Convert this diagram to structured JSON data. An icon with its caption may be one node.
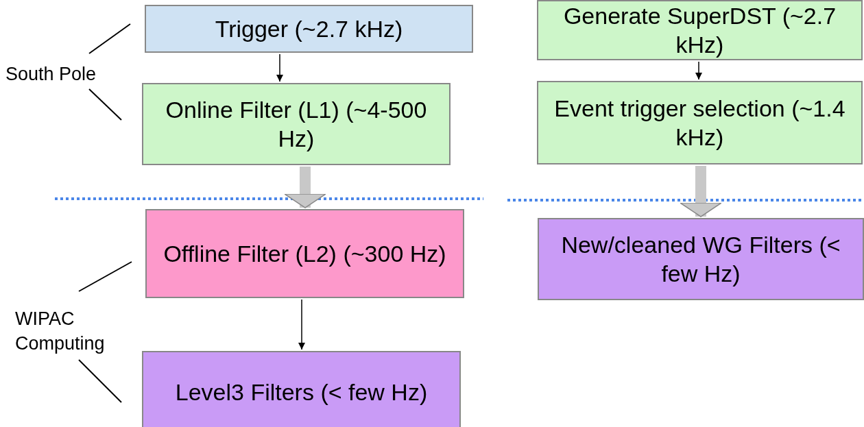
{
  "diagram": {
    "nodes": [
      {
        "text": [
          "Trigger (~2.7 kHz)"
        ]
      },
      {
        "text": [
          "Online Filter (L1) (~4-500 Hz)"
        ]
      },
      {
        "text": [
          "Offline Filter (L2) (~300 Hz)"
        ]
      },
      {
        "text": [
          "Level3 Filters (< few Hz)"
        ]
      },
      {
        "text": [
          "Generate SuperDST (~2.7 kHz)"
        ]
      },
      {
        "text": [
          "Event trigger selection (~1.4 kHz)"
        ]
      },
      {
        "text": [
          "New/cleaned WG Filters (< few Hz)"
        ]
      }
    ],
    "edges": [
      {
        "from": 0,
        "to": 1,
        "arrow": "to"
      },
      {
        "from": 1,
        "to": 2,
        "arrow": "to",
        "style": "thick",
        "color": "#c8c8c8"
      },
      {
        "from": 2,
        "to": 3,
        "arrow": "to"
      },
      {
        "from": 4,
        "to": 5,
        "arrow": "to"
      },
      {
        "from": 5,
        "to": 6,
        "arrow": "to",
        "style": "thick",
        "color": "#c8c8c8"
      }
    ],
    "labels": [
      "South Pole",
      "WIPAC Computing"
    ]
  }
}
